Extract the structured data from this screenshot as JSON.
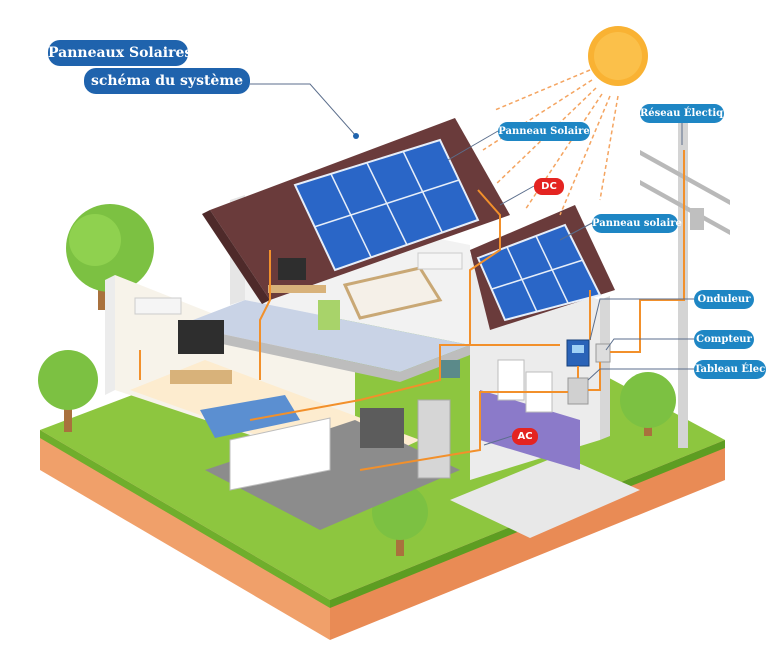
{
  "header": {
    "title_line1": "Panneaux Solaires",
    "title_line2": "schéma du système"
  },
  "labels": {
    "panel_roof_main": "Panneau Solaire",
    "panel_roof_side": "Panneau solaire",
    "grid": "Réseau Électique",
    "inverter": "Onduleur",
    "meter": "Compteur",
    "panel_board": "Tableau Élec.",
    "dc": "DC",
    "ac": "AC"
  },
  "colors": {
    "title_bg": "#1f63ad",
    "callout_bg": "#1e86c4",
    "badge_red": "#e42421",
    "wire_orange": "#f2902b",
    "grass": "#8dc63f",
    "soil": "#f0a06a",
    "solar_panel": "#2a66c7",
    "sun": "#f9b233"
  }
}
